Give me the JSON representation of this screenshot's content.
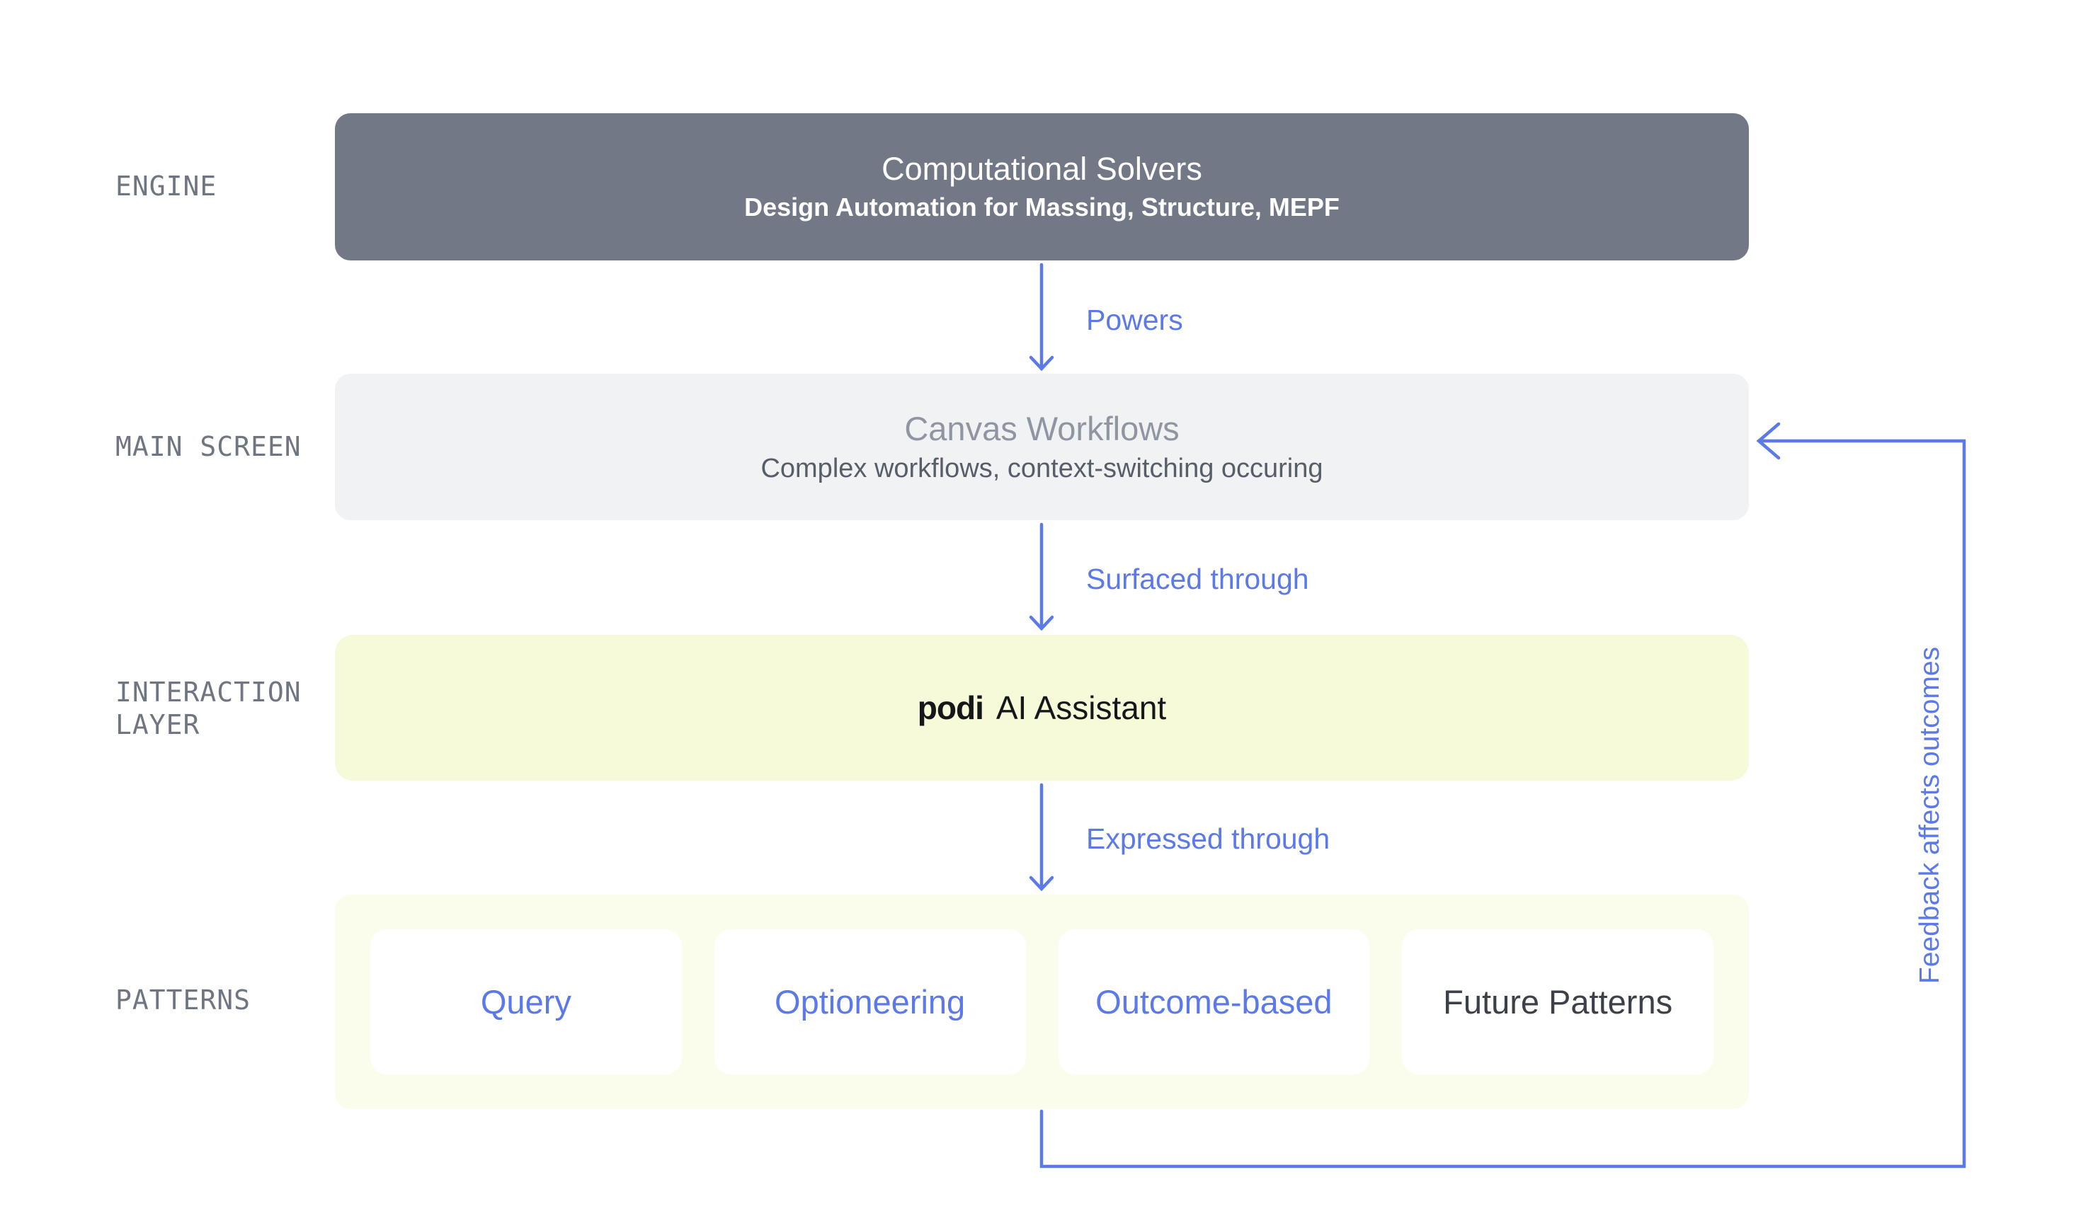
{
  "palette": {
    "accent_blue": "#5b79e8",
    "engine_gray": "#727885",
    "main_screen_gray": "#f1f2f4",
    "interaction_yellow": "#f6fad8",
    "patterns_yellow": "#fbfdec",
    "card_white": "#ffffff",
    "rail_label_gray": "#6f7682"
  },
  "side_labels": {
    "engine": "ENGINE",
    "main_screen": "MAIN SCREEN",
    "interaction_layer": "INTERACTION\nLAYER",
    "patterns": "PATTERNS"
  },
  "engine": {
    "title": "Computational Solvers",
    "subtitle": "Design Automation for Massing, Structure, MEPF"
  },
  "main_screen": {
    "title": "Canvas Workflows",
    "subtitle": "Complex workflows, context-switching occuring"
  },
  "interaction": {
    "brand": "podi",
    "label": "AI Assistant"
  },
  "patterns": {
    "cards": [
      {
        "label": "Query"
      },
      {
        "label": "Optioneering"
      },
      {
        "label": "Outcome-based"
      },
      {
        "label": "Future Patterns"
      }
    ]
  },
  "connectors": {
    "powers": "Powers",
    "surfaced_through": "Surfaced through",
    "expressed_through": "Expressed through",
    "feedback": "Feedback affects outcomes"
  }
}
